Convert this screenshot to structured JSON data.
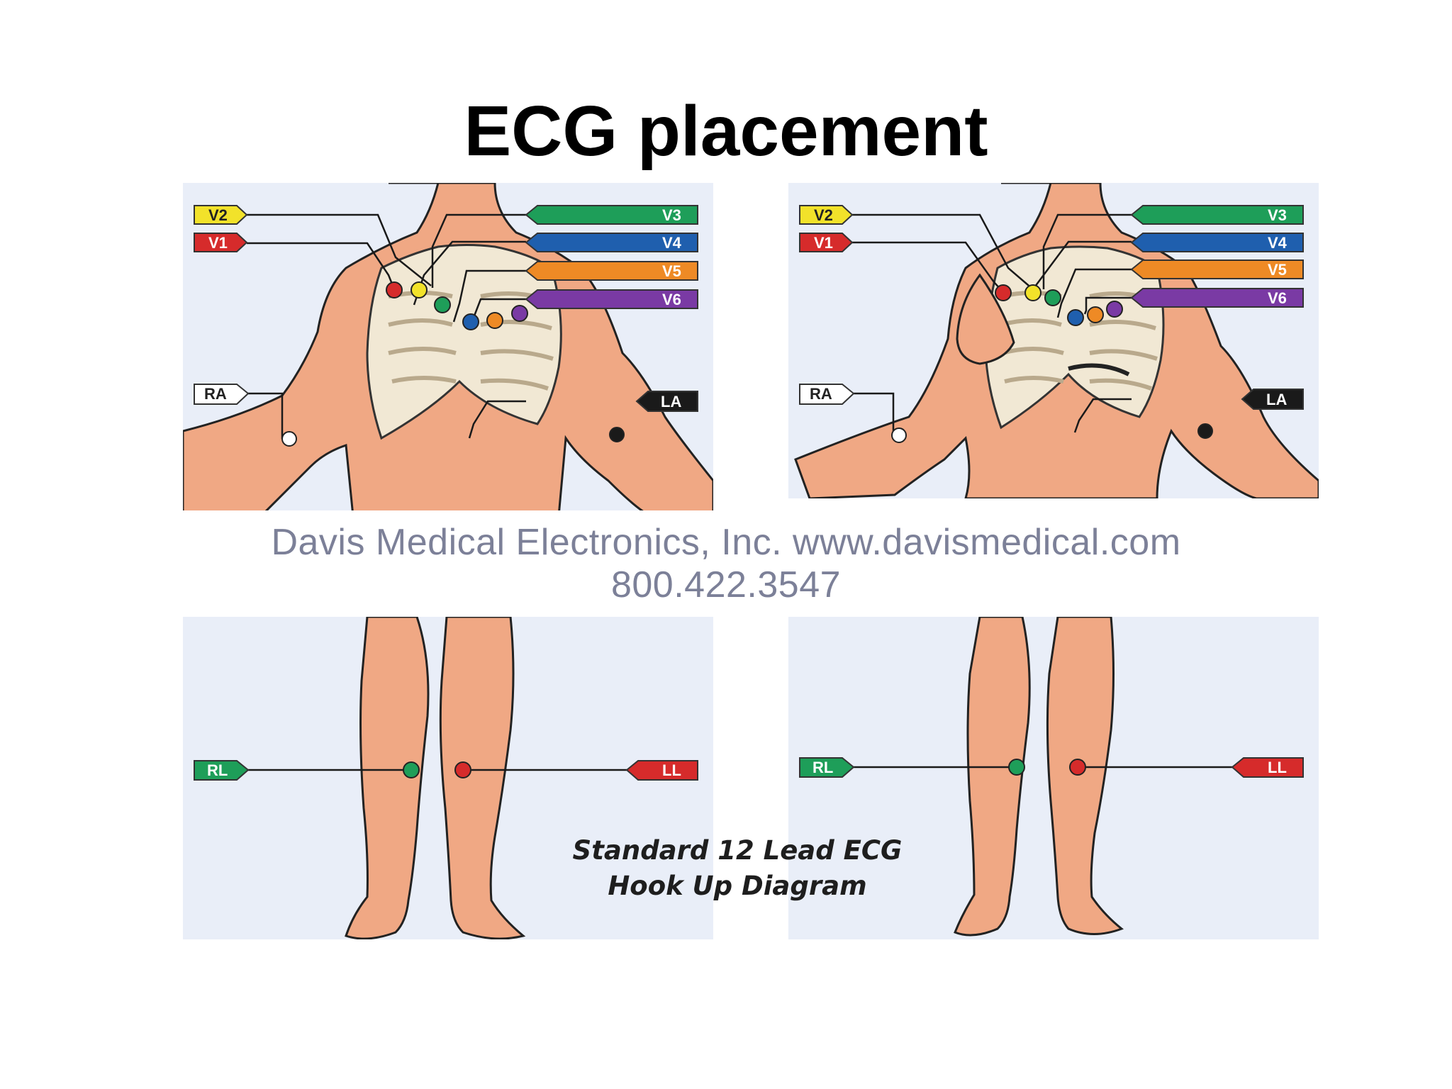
{
  "title": "ECG placement",
  "watermark": {
    "line1": "Davis Medical Electronics, Inc. www.davismedical.com",
    "line2": "800.422.3547"
  },
  "caption": {
    "line1": "Standard 12 Lead ECG",
    "line2": "Hook Up Diagram"
  },
  "lead_labels": {
    "V1": "V1",
    "V2": "V2",
    "V3": "V3",
    "V4": "V4",
    "V5": "V5",
    "V6": "V6",
    "RA": "RA",
    "LA": "LA",
    "RL": "RL",
    "LL": "LL"
  },
  "colors": {
    "panel_bg": "#e9eef8",
    "skin": "#f0a884",
    "rib": "#f1e8d4",
    "V1": "#d62b2b",
    "V2": "#f2e22a",
    "V3": "#1e9e59",
    "V4": "#1f5fae",
    "V5": "#ee8a25",
    "V6": "#7a3aa4",
    "RA": "#ffffff",
    "LA": "#1a1a1a",
    "RL": "#1e9e59",
    "LL": "#d62b2b"
  }
}
